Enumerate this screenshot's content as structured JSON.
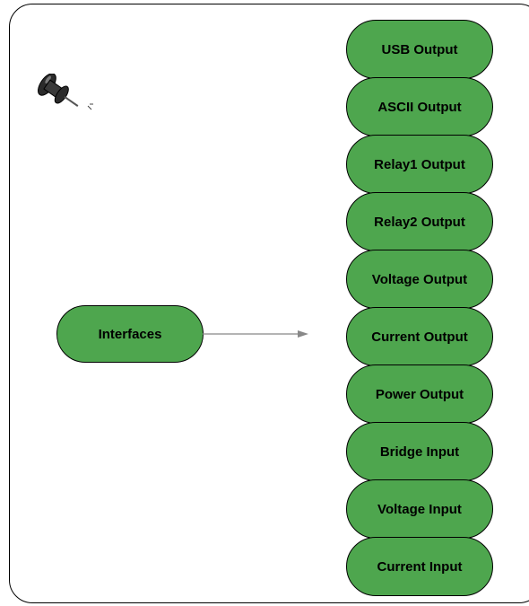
{
  "diagram": {
    "source": {
      "label": "Interfaces"
    },
    "targets": [
      {
        "label": "USB Output"
      },
      {
        "label": "ASCII Output"
      },
      {
        "label": "Relay1 Output"
      },
      {
        "label": "Relay2 Output"
      },
      {
        "label": "Voltage Output"
      },
      {
        "label": "Current Output"
      },
      {
        "label": "Power Output"
      },
      {
        "label": "Bridge Input"
      },
      {
        "label": "Voltage Input"
      },
      {
        "label": "Current Input"
      }
    ],
    "colors": {
      "node_fill": "#4ea64e",
      "node_border": "#000000",
      "connector": "#888888"
    },
    "icons": {
      "pin": "pushpin-icon"
    }
  }
}
